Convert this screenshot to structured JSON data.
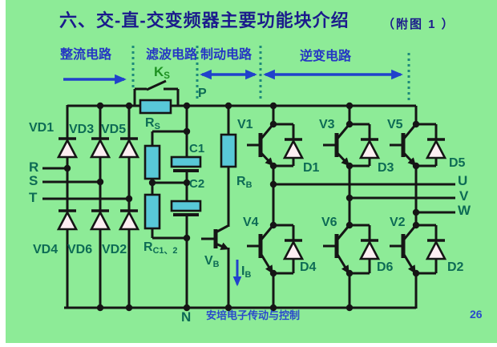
{
  "title": {
    "text": "六、交-直-交变频器主要功能块介绍",
    "annotation": "（附图 1 ）"
  },
  "sections": {
    "rectifier": "整流电路",
    "filter": "滤波电路",
    "brake": "制动电路",
    "inverter": "逆变电路"
  },
  "source_phases": {
    "r": "R",
    "s": "S",
    "t": "T"
  },
  "output_phases": {
    "u": "U",
    "v": "V",
    "w": "W"
  },
  "dc_bus": {
    "positive": "P",
    "negative": "N"
  },
  "rectifier_diodes": {
    "vd1": "VD1",
    "vd3": "VD3",
    "vd5": "VD5",
    "vd4": "VD4",
    "vd6": "VD6",
    "vd2": "VD2"
  },
  "filter_components": {
    "bypass_switch": {
      "main": "K",
      "sub": "S"
    },
    "charge_resistor": {
      "main": "R",
      "sub": "S"
    },
    "cap1": "C1",
    "cap2": "C2",
    "equalizing_resistor": {
      "main": "R",
      "sub": "C1、2"
    }
  },
  "brake_components": {
    "resistor": {
      "main": "R",
      "sub": "B"
    },
    "transistor": {
      "main": "V",
      "sub": "B"
    },
    "current": {
      "main": "I",
      "sub": "B"
    }
  },
  "inverter_components": {
    "v1": "V1",
    "v3": "V3",
    "v5": "V5",
    "v4": "V4",
    "v6": "V6",
    "v2": "V2",
    "d1": "D1",
    "d3": "D3",
    "d5": "D5",
    "d4": "D4",
    "d6": "D6",
    "d2": "D2"
  },
  "footer": {
    "watermark": "安培电子传动与控制",
    "page_number": "26"
  },
  "colors": {
    "background": "#8deb97",
    "wire": "#151515",
    "component_fill": "#58c8d8",
    "diode_fill": "#fdeef2",
    "label_teal": "#0d6b55",
    "label_blue": "#2536c4",
    "title_navy": "#1b1b8c",
    "switch_green": "#1e9122",
    "arrow_blue": "#2141cc",
    "dashed_teal": "#1d8a7a"
  }
}
